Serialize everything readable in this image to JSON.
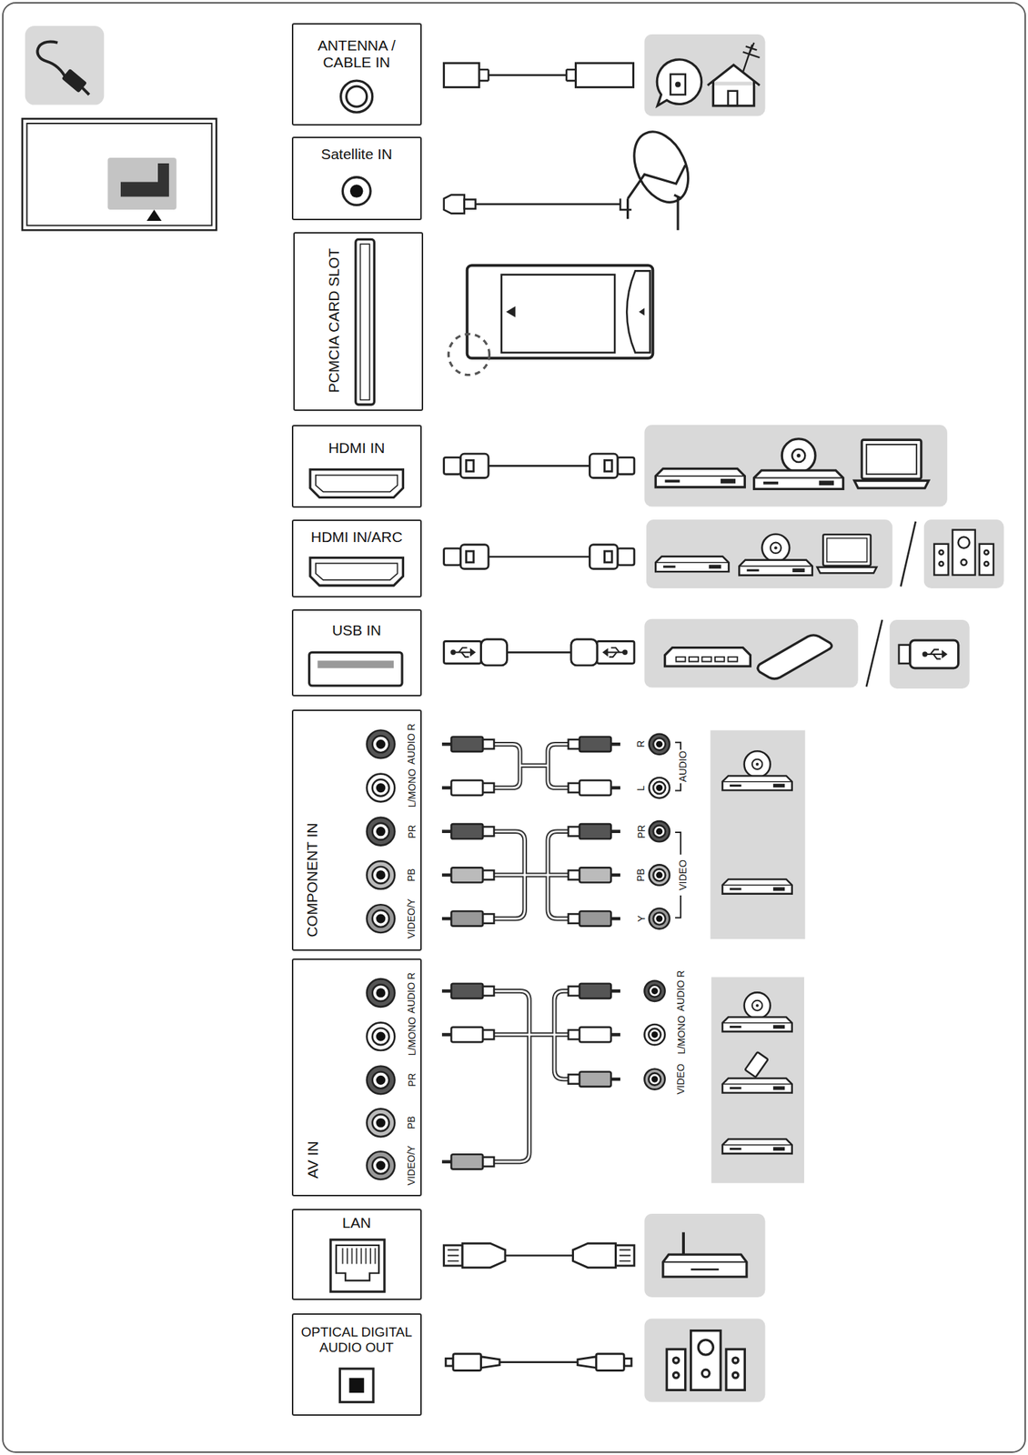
{
  "diagram": {
    "nodes": [
      {
        "text": [
          "ANTENNA / CABLE IN"
        ]
      },
      {
        "text": [
          "Satellite IN"
        ]
      },
      {
        "text": [
          "PCMCIA CARD SLOT"
        ]
      },
      {
        "text": [
          "HDMI IN"
        ]
      },
      {
        "text": [
          "HDMI IN/ARC"
        ]
      },
      {
        "text": [
          "USB IN"
        ]
      },
      {
        "text": [
          "COMPONENT IN"
        ]
      },
      {
        "text": [
          "AV IN"
        ]
      },
      {
        "text": [
          "LAN"
        ]
      },
      {
        "text": [
          "OPTICAL DIGITAL AUDIO OUT"
        ]
      }
    ],
    "labels": [
      "AUDIO R",
      "L/MONO",
      "PR",
      "PB",
      "VIDEO/Y",
      "R",
      "L",
      "AUDIO",
      "PR",
      "PB",
      "VIDEO",
      "Y",
      "AUDIO R",
      "L/MONO",
      "PR",
      "PB",
      "VIDEO/Y",
      "AUDIO R",
      "L/MONO",
      "VIDEO"
    ]
  }
}
